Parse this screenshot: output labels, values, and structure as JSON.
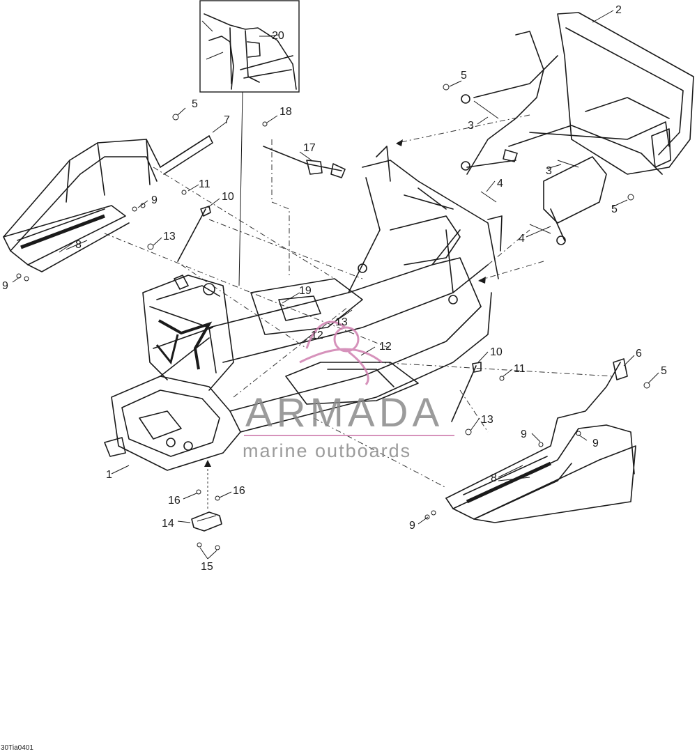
{
  "diagram_code": "30Tia0401",
  "watermark": {
    "brand": "ARMADA",
    "tagline": "marine outboards",
    "accent_color": "#d080b0",
    "text_color": "#8a8a8a"
  },
  "callouts": [
    {
      "id": "c1",
      "label": "1"
    },
    {
      "id": "c2",
      "label": "2"
    },
    {
      "id": "c3a",
      "label": "3"
    },
    {
      "id": "c3b",
      "label": "3"
    },
    {
      "id": "c4a",
      "label": "4"
    },
    {
      "id": "c4b",
      "label": "4"
    },
    {
      "id": "c5a",
      "label": "5"
    },
    {
      "id": "c5b",
      "label": "5"
    },
    {
      "id": "c5c",
      "label": "5"
    },
    {
      "id": "c5d",
      "label": "5"
    },
    {
      "id": "c6",
      "label": "6"
    },
    {
      "id": "c7",
      "label": "7"
    },
    {
      "id": "c8a",
      "label": "8"
    },
    {
      "id": "c8b",
      "label": "8"
    },
    {
      "id": "c9a",
      "label": "9"
    },
    {
      "id": "c9b",
      "label": "9"
    },
    {
      "id": "c9c",
      "label": "9"
    },
    {
      "id": "c9d",
      "label": "9"
    },
    {
      "id": "c9e",
      "label": "9"
    },
    {
      "id": "c10a",
      "label": "10"
    },
    {
      "id": "c10b",
      "label": "10"
    },
    {
      "id": "c11a",
      "label": "11"
    },
    {
      "id": "c11b",
      "label": "11"
    },
    {
      "id": "c12a",
      "label": "12"
    },
    {
      "id": "c12b",
      "label": "12"
    },
    {
      "id": "c13a",
      "label": "13"
    },
    {
      "id": "c13b",
      "label": "13"
    },
    {
      "id": "c13c",
      "label": "13"
    },
    {
      "id": "c14",
      "label": "14"
    },
    {
      "id": "c15",
      "label": "15"
    },
    {
      "id": "c16a",
      "label": "16"
    },
    {
      "id": "c16b",
      "label": "16"
    },
    {
      "id": "c17",
      "label": "17"
    },
    {
      "id": "c18",
      "label": "18"
    },
    {
      "id": "c19",
      "label": "19"
    },
    {
      "id": "c20",
      "label": "20"
    }
  ]
}
